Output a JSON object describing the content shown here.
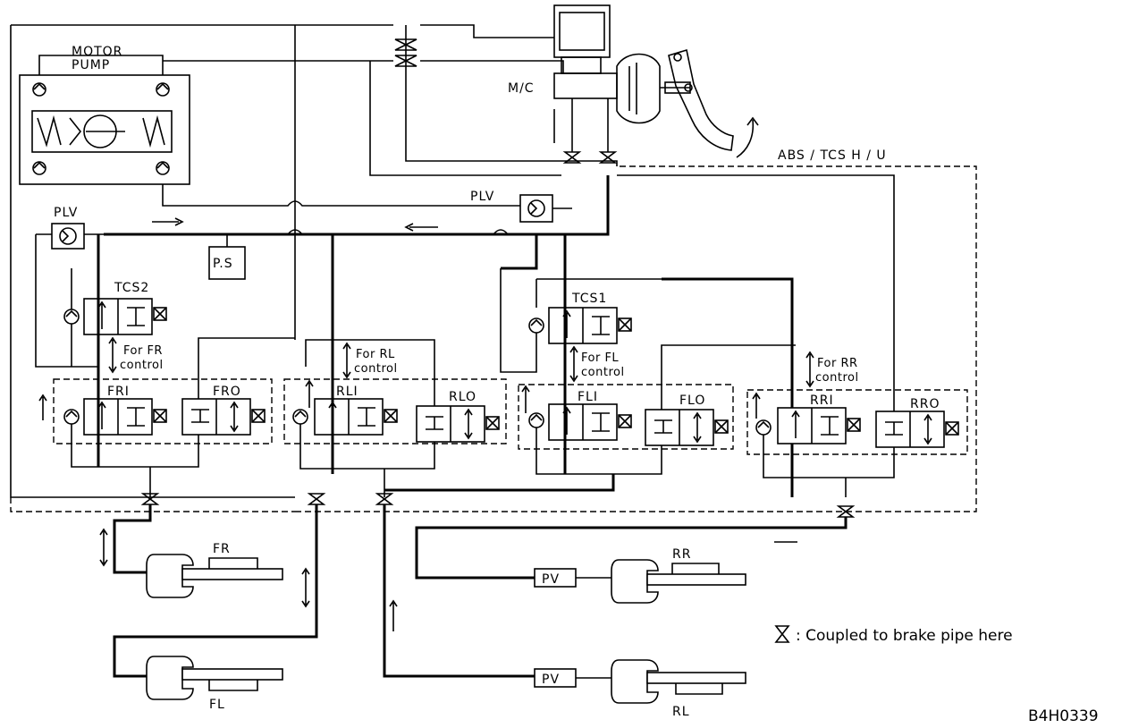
{
  "labels": {
    "motor_pump_1": "MOTOR",
    "motor_pump_2": "PUMP",
    "plv_left": "PLV",
    "plv_mid": "PLV",
    "ps": "P.S",
    "mc": "M/C",
    "abs_tcs": "ABS / TCS   H / U",
    "tcs2": "TCS2",
    "tcs1": "TCS1",
    "for_fr_1": "For FR",
    "for_fr_2": "control",
    "for_rl_1": "For RL",
    "for_rl_2": "control",
    "for_fl_1": "For FL",
    "for_fl_2": "control",
    "for_rr_1": "For RR",
    "for_rr_2": "control",
    "fri": "FRI",
    "fro": "FRO",
    "rli": "RLI",
    "rlo": "RLO",
    "fli": "FLI",
    "flo": "FLO",
    "rri": "RRI",
    "rro": "RRO",
    "fr": "FR",
    "fl": "FL",
    "rr": "RR",
    "rl": "RL",
    "pv_rr": "PV",
    "pv_rl": "PV",
    "legend": ": Coupled to brake pipe here",
    "code": "B4H0339"
  }
}
